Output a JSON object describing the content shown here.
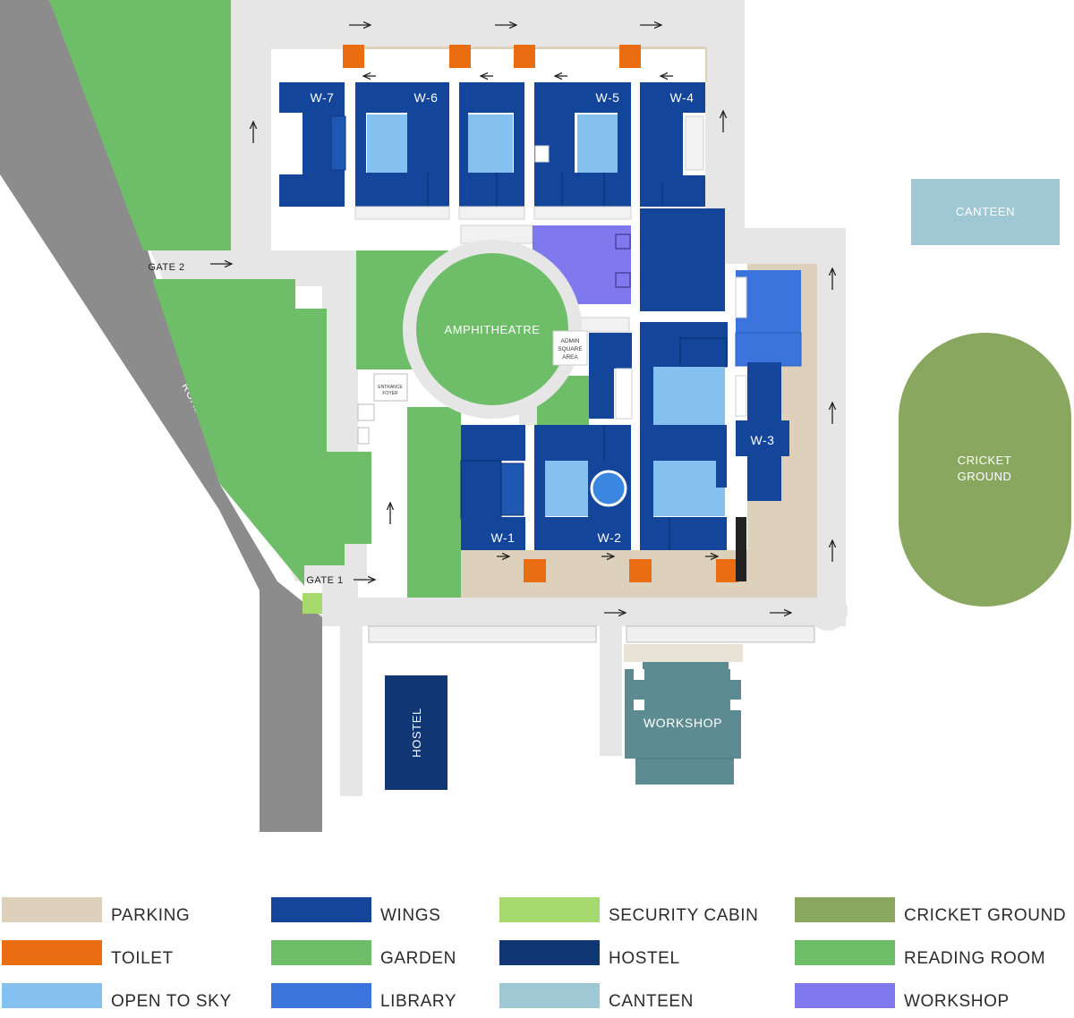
{
  "colors": {
    "road": "#8c8c8c",
    "path": "#e6e6e6",
    "parking": "#ddd1bb",
    "toilet": "#ea6d12",
    "wings": "#13459a",
    "wings_light": "#1e58b3",
    "garden": "#6ebd68",
    "open_to_sky": "#84c1f0",
    "library": "#3a74dc",
    "security_cabin": "#a6d96e",
    "hostel": "#113674",
    "canteen": "#9fc7d4",
    "cricket_ground": "#8aa760",
    "workshop": "#5d8b92",
    "purple": "#8079ee"
  },
  "map": {
    "road_label": "ROAD",
    "gate_1": "GATE 1",
    "gate_2": "GATE 2",
    "amphitheatre": "AMPHITHEATRE",
    "admin_line1": "ADMIN",
    "admin_line2": "SQUARE",
    "admin_line3": "AREA",
    "entrance_line1": "ENTRANCE",
    "entrance_line2": "FOYER",
    "canteen": "CANTEEN",
    "cricket_line1": "CRICKET",
    "cricket_line2": "GROUND",
    "hostel": "HOSTEL",
    "workshop": "WORKSHOP",
    "wings": {
      "w1": "W-1",
      "w2": "W-2",
      "w3": "W-3",
      "w4": "W-4",
      "w5": "W-5",
      "w6": "W-6",
      "w7": "W-7"
    }
  },
  "legend": [
    {
      "label": "PARKING",
      "color": "#ddd1bb"
    },
    {
      "label": "TOILET",
      "color": "#ea6d12"
    },
    {
      "label": "OPEN TO SKY",
      "color": "#84c1f0"
    },
    {
      "label": "WINGS",
      "color": "#13459a"
    },
    {
      "label": "GARDEN",
      "color": "#6ebd68"
    },
    {
      "label": "LIBRARY",
      "color": "#3a74dc"
    },
    {
      "label": "SECURITY CABIN",
      "color": "#a6d96e"
    },
    {
      "label": "HOSTEL",
      "color": "#113674"
    },
    {
      "label": "CANTEEN",
      "color": "#9fc7d4"
    },
    {
      "label": "CRICKET GROUND",
      "color": "#8aa760"
    },
    {
      "label": "READING ROOM",
      "color": "#6ebd68"
    },
    {
      "label": "WORKSHOP",
      "color": "#8079ee"
    }
  ]
}
